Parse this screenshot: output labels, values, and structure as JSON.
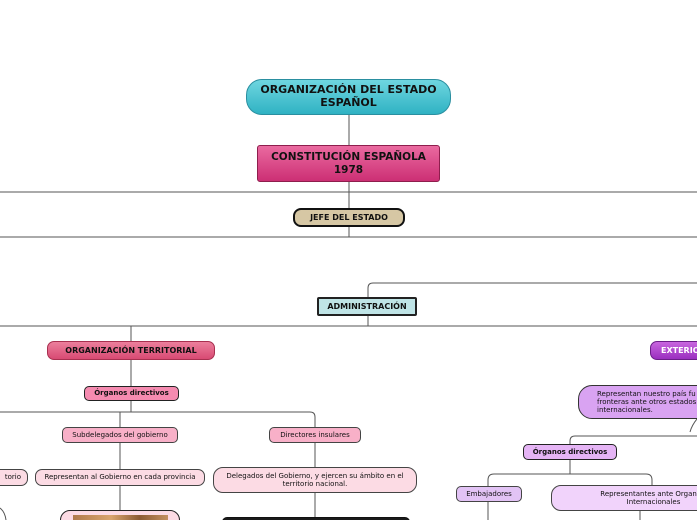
{
  "diagram": {
    "root": "ORGANIZACIÓN DEL ESTADO ESPAÑOL",
    "constitution": "CONSTITUCIÓN ESPAÑOLA 1978",
    "head_of_state": "JEFE DEL ESTADO",
    "administration": "ADMINISTRACIÓN",
    "territorial": {
      "title": "ORGANIZACIÓN TERRITORIAL",
      "directive_bodies": "Órganos directivos",
      "subdelegates": "Subdelegados del gobierno",
      "subdelegates_desc": "Representan al Gobierno en cada provincia",
      "island_directors": "Directores insulares",
      "island_directors_desc": "Delegados del Gobierno, y ejercen su ámbito en el territorio nacional.",
      "left_cut": "torio"
    },
    "exterior": {
      "title": "EXTERIO",
      "desc": "Representan nuestro país fu fronteras ante otros estados internacionales.",
      "directive_bodies": "Órganos directivos",
      "ambassadors": "Embajadores",
      "intl_reps": "Representantes ante Organiza Internacionales"
    }
  },
  "colors": {
    "root": "#2fb2c3",
    "constitution": "#cc2f74",
    "head_of_state": "#d6c7a4",
    "administration": "#bfe4e6",
    "territorial": "#d84a73",
    "exterior": "#9a2fbf"
  }
}
